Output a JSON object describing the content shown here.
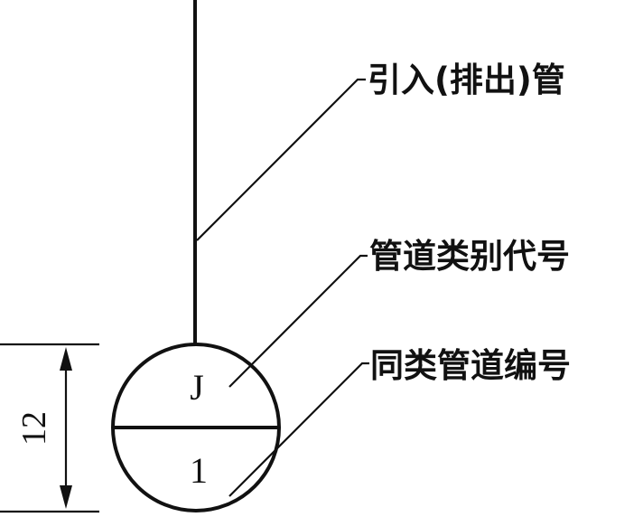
{
  "labels": {
    "inlet_pipe": "引入(排出)管",
    "pipe_category_code": "管道类别代号",
    "same_category_number": "同类管道编号"
  },
  "symbol": {
    "category_code": "J",
    "pipe_number": "1"
  },
  "dimension": {
    "value": "12"
  }
}
